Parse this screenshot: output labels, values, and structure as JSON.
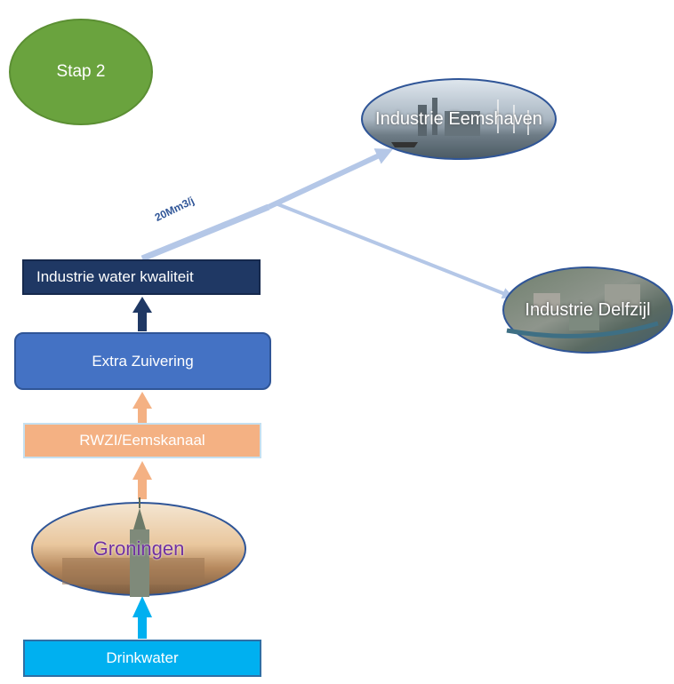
{
  "step": {
    "label": "Stap 2"
  },
  "boxes": {
    "industrie_water": "Industrie water kwaliteit",
    "extra_zuivering": "Extra Zuivering",
    "rwzi": "RWZI/Eemskanaal",
    "drinkwater": "Drinkwater"
  },
  "places": {
    "eemshaven": "Industrie Eemshaven",
    "delfzijl": "Industrie Delfzijl",
    "groningen": "Groningen"
  },
  "flow": {
    "label": "20Mm3/j"
  },
  "colors": {
    "step": "#6aa33e",
    "industrie_box": "#1f3864",
    "extra_box": "#4472c4",
    "rwzi_box": "#f4b183",
    "drink_box": "#00b0f0",
    "arrow_dark": "#1f3864",
    "arrow_orange": "#f4b183",
    "arrow_cyan": "#00b0f0",
    "flow_line": "#b4c7e7",
    "ellipse_border": "#2f5597"
  }
}
